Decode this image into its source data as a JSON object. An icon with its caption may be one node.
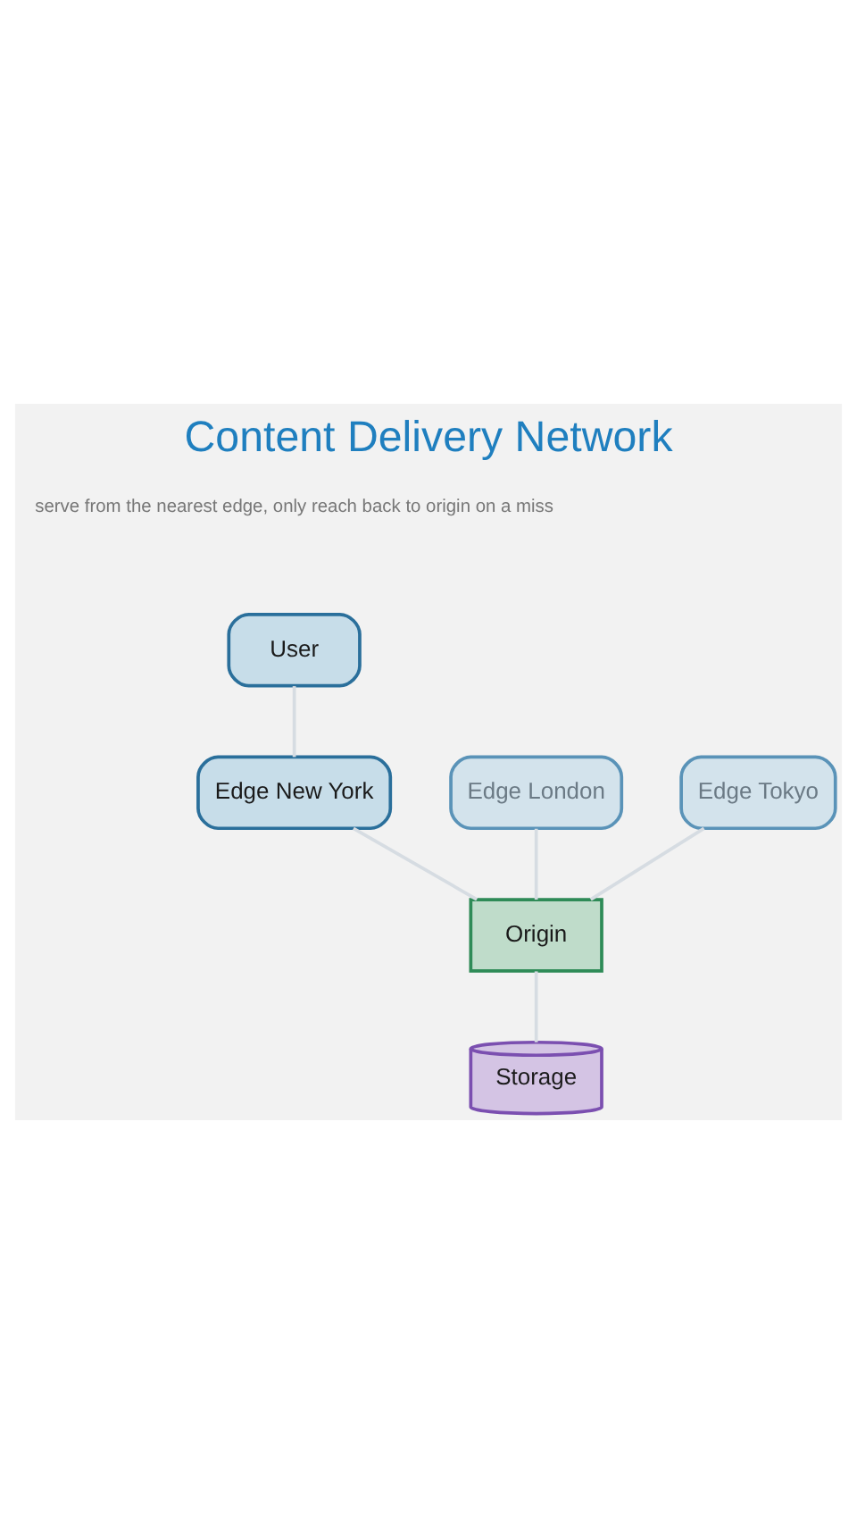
{
  "diagram": {
    "title": "Content Delivery Network",
    "nodes": [
      {
        "text": [
          "User"
        ]
      },
      {
        "text": [
          "Edge London"
        ]
      },
      {
        "text": [
          "Edge New York"
        ]
      },
      {
        "text": [
          "Edge Tokyo"
        ]
      },
      {
        "text": [
          "Origin"
        ]
      },
      {
        "text": [
          "Storage"
        ]
      }
    ],
    "edges": [
      {
        "from": 0,
        "to": 2,
        "arrow": "none"
      },
      {
        "from": 1,
        "to": 4,
        "arrow": "none"
      },
      {
        "from": 2,
        "to": 4,
        "arrow": "none"
      },
      {
        "from": 3,
        "to": 4,
        "arrow": "none"
      },
      {
        "from": 4,
        "to": 5,
        "arrow": "none"
      }
    ],
    "labels": [
      "serve from the nearest edge, only reach back to origin on a miss"
    ]
  }
}
